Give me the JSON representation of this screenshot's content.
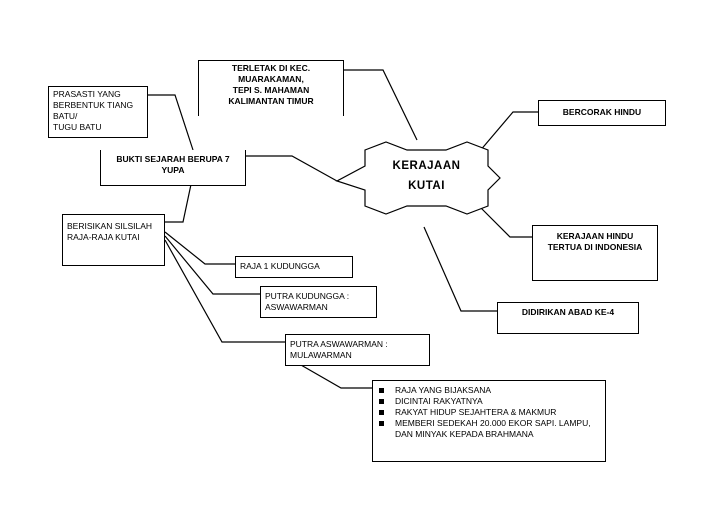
{
  "center": {
    "line1": "KERAJAAN",
    "line2": "KUTAI"
  },
  "nodes": {
    "terletak": [
      "TERLETAK DI KEC.",
      "MUARAKAMAN,",
      "TEPI S. MAHAMAN",
      "KALIMANTAN TIMUR"
    ],
    "bercorak": "BERCORAK HINDU",
    "prasasti": [
      "PRASASTI YANG",
      "BERBENTUK TIANG",
      "BATU/",
      "TUGU BATU"
    ],
    "bukti": [
      "BUKTI SEJARAH BERUPA 7",
      "YUPA"
    ],
    "tertua": [
      "KERAJAAN HINDU",
      "TERTUA DI INDONESIA"
    ],
    "silsilah": [
      "BERISIKAN SILSILAH",
      "RAJA-RAJA KUTAI"
    ],
    "raja1": "RAJA 1 KUDUNGGA",
    "putra1": [
      "PUTRA KUDUNGGA :",
      "ASWAWARMAN"
    ],
    "abad": "DIDIRIKAN ABAD KE-4",
    "putra2": [
      "PUTRA ASWAWARMAN :",
      "MULAWARMAN"
    ]
  },
  "mulawarman_traits": [
    "RAJA YANG BIJAKSANA",
    "DICINTAI RAKYATNYA",
    "RAKYAT HIDUP SEJAHTERA & MAKMUR",
    "MEMBERI SEDEKAH 20.000 EKOR SAPI. LAMPU, DAN MINYAK KEPADA BRAHMANA"
  ]
}
